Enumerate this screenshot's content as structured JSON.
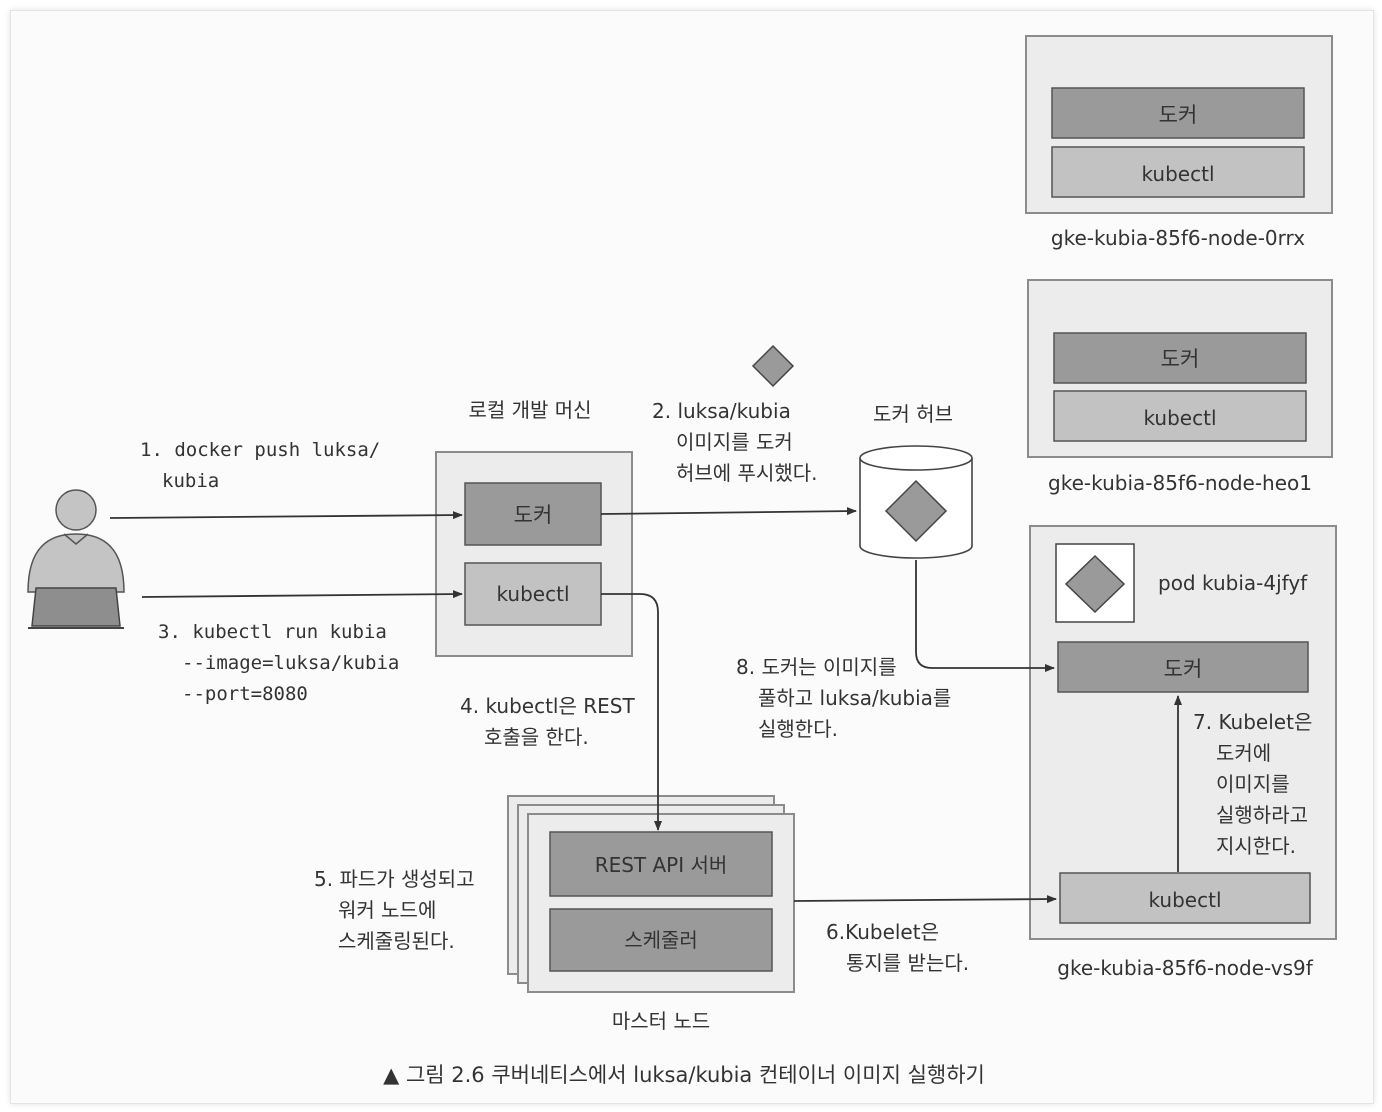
{
  "nodes": [
    {
      "docker": "도커",
      "kubectl": "kubectl",
      "name": "gke-kubia-85f6-node-0rrx"
    },
    {
      "docker": "도커",
      "kubectl": "kubectl",
      "name": "gke-kubia-85f6-node-heo1"
    },
    {
      "docker": "도커",
      "kubectl": "kubectl",
      "name": "gke-kubia-85f6-node-vs9f",
      "pod": "pod kubia-4jfyf"
    }
  ],
  "local_machine": {
    "title": "로컬 개발 머신",
    "docker": "도커",
    "kubectl": "kubectl"
  },
  "docker_hub": {
    "title": "도커 허브"
  },
  "master": {
    "title": "마스터 노드",
    "api": "REST API 서버",
    "scheduler": "스케줄러"
  },
  "steps": {
    "s1": [
      "1. docker push luksa/",
      "kubia"
    ],
    "s2": [
      "2. luksa/kubia",
      "이미지를 도커",
      "허브에 푸시했다."
    ],
    "s3": [
      "3. kubectl run kubia",
      "--image=luksa/kubia",
      "--port=8080"
    ],
    "s4": [
      "4. kubectl은 REST",
      "호출을 한다."
    ],
    "s5": [
      "5. 파드가 생성되고",
      "워커 노드에",
      "스케줄링된다."
    ],
    "s6": [
      "6.Kubelet은",
      "통지를 받는다."
    ],
    "s7": [
      "7. Kubelet은",
      "도커에",
      "이미지를",
      "실행하라고",
      "지시한다."
    ],
    "s8": [
      "8. 도커는 이미지를",
      "풀하고 luksa/kubia를",
      "실행한다."
    ]
  },
  "caption": "▲ 그림 2.6 쿠버네티스에서 luksa/kubia 컨테이너 이미지 실행하기"
}
